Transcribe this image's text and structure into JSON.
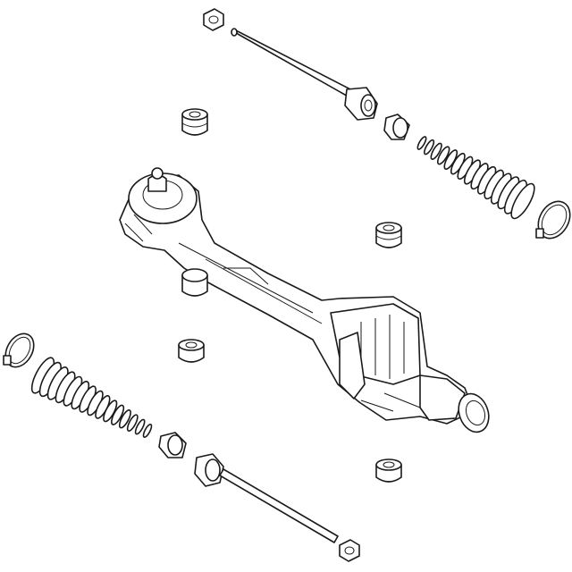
{
  "colors": {
    "background": "#ffffff",
    "line": "#1a1a1a"
  },
  "parts": [
    "nut-top",
    "inner-tie-rod-top",
    "clip-top",
    "boot-right",
    "clamp-right",
    "bushing-upper-left",
    "bushing-upper-right",
    "bushing-lower-left",
    "bushing-lower-right",
    "steering-rack-housing",
    "clamp-left",
    "boot-left",
    "clip-bottom",
    "inner-tie-rod-bottom",
    "nut-bottom"
  ]
}
